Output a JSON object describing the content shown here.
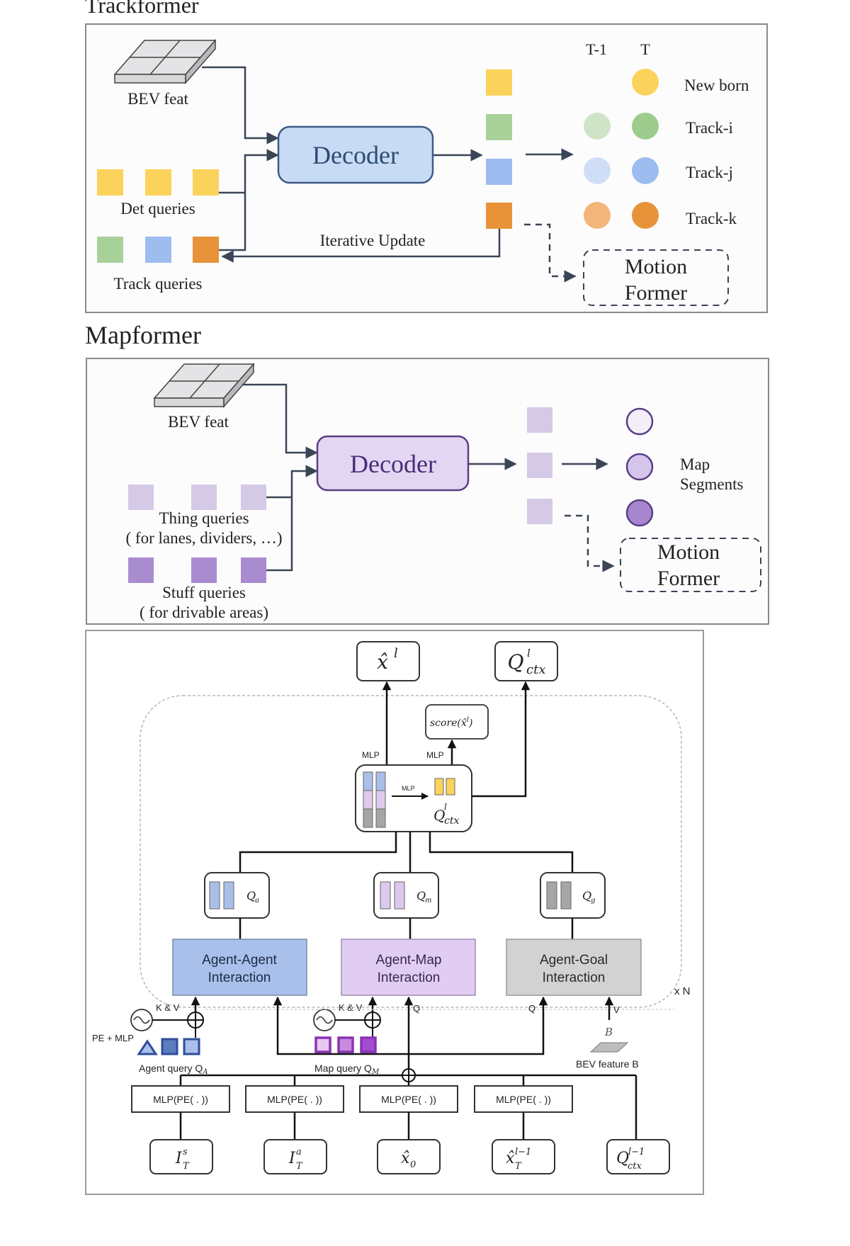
{
  "trackformer": {
    "title": "Trackformer",
    "bev_label": "BEV feat",
    "det_label": "Det queries",
    "track_label": "Track queries",
    "decoder_label": "Decoder",
    "iterative_label": "Iterative Update",
    "time_labels": [
      "T-1",
      "T"
    ],
    "rows": [
      {
        "label": "New born",
        "color": "#FBD35C",
        "prev_color": null
      },
      {
        "label": "Track-i",
        "color": "#9ECB8E",
        "prev_color": "#CFE4C6"
      },
      {
        "label": "Track-j",
        "color": "#9DBCEF",
        "prev_color": "#CFDEF6"
      },
      {
        "label": "Track-k",
        "color": "#E8923A",
        "prev_color": "#F3B57A"
      }
    ],
    "det_colors": [
      "#FBD35C",
      "#FBD35C",
      "#FBD35C"
    ],
    "track_colors": [
      "#A8D19A",
      "#9DBCEF",
      "#E8923A"
    ],
    "motion_former_lines": [
      "Motion",
      "Former"
    ]
  },
  "mapformer": {
    "title": "Mapformer",
    "bev_label": "BEV feat",
    "decoder_label": "Decoder",
    "thing_label_1": "Thing queries",
    "thing_label_2": "( for lanes, dividers, …)",
    "stuff_label_1": "Stuff queries",
    "stuff_label_2": "( for drivable areas)",
    "segments_label_1": "Map",
    "segments_label_2": "Segments",
    "thing_color": "#D5CAE6",
    "stuff_color": "#A98CCF",
    "segment_colors": [
      "#F3EEF8",
      "#D5C5EA",
      "#A885CF"
    ],
    "motion_former_lines": [
      "Motion",
      "Former"
    ]
  },
  "motionformer": {
    "out_traj": "x̂",
    "out_traj_sup": "l",
    "out_ctx": "Q",
    "out_ctx_sup": "l",
    "out_ctx_sub": "ctx",
    "score_label": "score(x̂",
    "score_sup": "l",
    "score_close": ")",
    "mlp_label": "MLP",
    "fusion_ctx": "Q",
    "fusion_ctx_sup": "l",
    "fusion_ctx_sub": "ctx",
    "queries": [
      {
        "name": "Q",
        "sub": "a",
        "color": "#A9BFEA"
      },
      {
        "name": "Q",
        "sub": "m",
        "color": "#DDC9EE"
      },
      {
        "name": "Q",
        "sub": "g",
        "color": "#A6A6A6"
      }
    ],
    "interactions": [
      {
        "line1": "Agent-Agent",
        "line2": "Interaction",
        "color": "#A9C0EB"
      },
      {
        "line1": "Agent-Map",
        "line2": "Interaction",
        "color": "#E2CDF2"
      },
      {
        "line1": "Agent-Goal",
        "line2": "Interaction",
        "color": "#D2D2D2"
      }
    ],
    "repeat_label": "x N",
    "kv_label": "K & V",
    "q_label": "Q",
    "v_label": "V",
    "pe_mlp_label": "PE + MLP",
    "agent_query_label": "Agent query Q",
    "agent_query_sub": "A",
    "map_query_label": "Map query Q",
    "map_query_sub": "M",
    "bev_feature_label": "BEV feature B",
    "b_label": "B",
    "mlp_pe_label": "MLP(PE( . ))",
    "inputs": [
      {
        "base": "I",
        "sup": "s",
        "sub": "T"
      },
      {
        "base": "I",
        "sup": "a",
        "sub": "T"
      },
      {
        "base": "x̂",
        "sup": "",
        "sub": "0"
      },
      {
        "base": "x̂",
        "sup": "l−1",
        "sub": "T"
      },
      {
        "base": "Q",
        "sup": "l−1",
        "sub": "ctx"
      }
    ]
  }
}
